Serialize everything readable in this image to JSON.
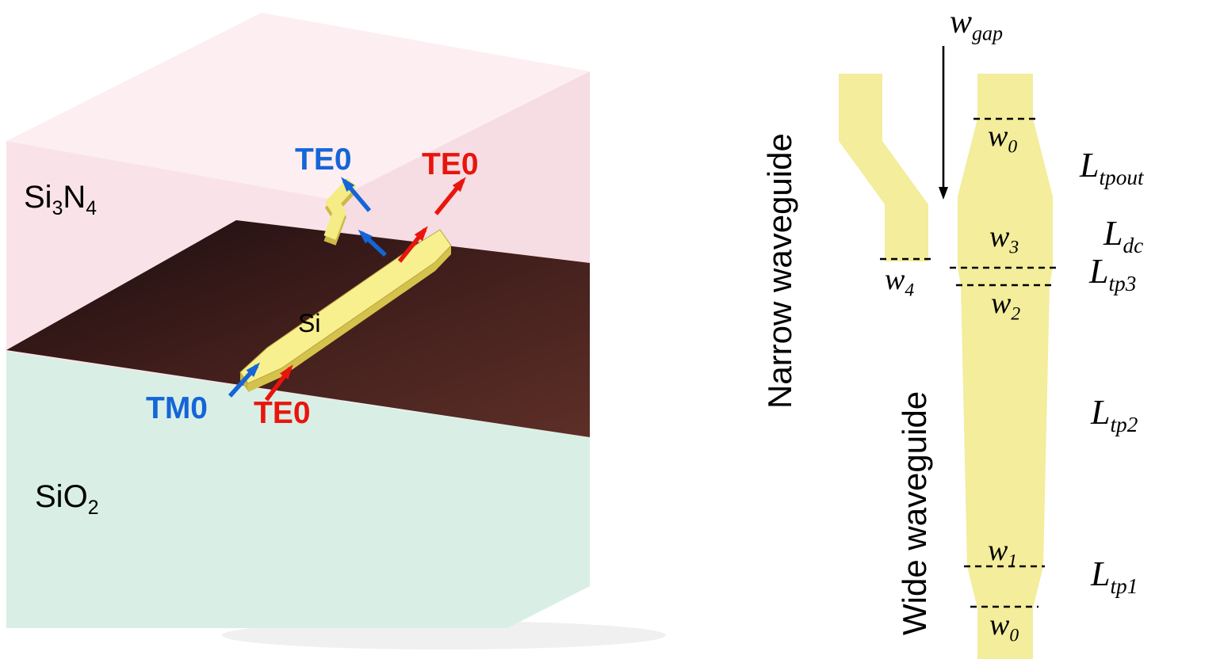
{
  "colors": {
    "tm_blue": "#1565d8",
    "te_red": "#e8150d",
    "cladding_pink": "#f9e3e8",
    "substrate_green": "#d9efe6",
    "silicon_surface": "#41201d",
    "waveguide_yellow": "#f3ed9c"
  },
  "left_panel": {
    "materials": {
      "si3n4": {
        "p1": "Si",
        "s1": "3",
        "p2": "N",
        "s2": "4"
      },
      "sio2": {
        "p1": "SiO",
        "s1": "2"
      },
      "si": "Si"
    },
    "modes": {
      "top_blue": "TE0",
      "top_red": "TE0",
      "bottom_blue": "TM0",
      "bottom_red": "TE0"
    }
  },
  "right_panel": {
    "rotated_labels": {
      "narrow": "Narrow waveguide",
      "wide": "Wide waveguide"
    },
    "gap": {
      "base": "w",
      "sub": "gap"
    },
    "widths": {
      "w0_top": {
        "base": "w",
        "sub": "0"
      },
      "w3": {
        "base": "w",
        "sub": "3"
      },
      "w2": {
        "base": "w",
        "sub": "2"
      },
      "w4": {
        "base": "w",
        "sub": "4"
      },
      "w1": {
        "base": "w",
        "sub": "1"
      },
      "w0_bottom": {
        "base": "w",
        "sub": "0"
      }
    },
    "lengths": {
      "tpout": {
        "base": "L",
        "sub": "tpout"
      },
      "dc": {
        "base": "L",
        "sub": "dc"
      },
      "tp3": {
        "base": "L",
        "sub": "tp3"
      },
      "tp2": {
        "base": "L",
        "sub": "tp2"
      },
      "tp1": {
        "base": "L",
        "sub": "tp1"
      }
    }
  }
}
